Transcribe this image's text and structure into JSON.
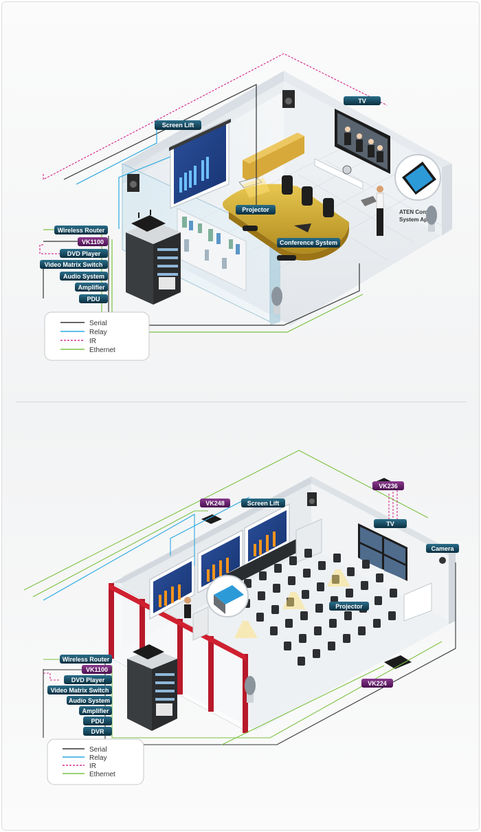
{
  "colors": {
    "serial": "#333333",
    "relay": "#29a8e0",
    "ir": "#d6308e",
    "ethernet": "#7cc242",
    "tag_dark": "#0f3a4e",
    "tag_purple": "#5a1a5e",
    "table_gold": "#d6b030"
  },
  "top_scene": {
    "labels": {
      "screen_lift": "Screen Lift",
      "tv": "TV",
      "projector": "Projector",
      "conference_system": "Conference System",
      "aten_control_line1": "ATEN Control",
      "aten_control_line2": "System App"
    },
    "rack_items": [
      "Wireless Router",
      "VK1100",
      "DVD Player",
      "Video Matrix Switch",
      "Audio System",
      "Amplifier",
      "PDU"
    ],
    "legend": [
      "Serial",
      "Relay",
      "IR",
      "Ethernet"
    ]
  },
  "bottom_scene": {
    "labels": {
      "vk248": "VK248",
      "screen_lift": "Screen Lift",
      "vk236": "VK236",
      "tv": "TV",
      "camera": "Camera",
      "projector": "Projector",
      "vk224": "VK224"
    },
    "rack_items": [
      "Wireless Router",
      "VK1100",
      "DVD Player",
      "Video Matrix Switch",
      "Audio System",
      "Amplifier",
      "PDU",
      "DVR"
    ],
    "legend": [
      "Serial",
      "Relay",
      "IR",
      "Ethernet"
    ]
  }
}
